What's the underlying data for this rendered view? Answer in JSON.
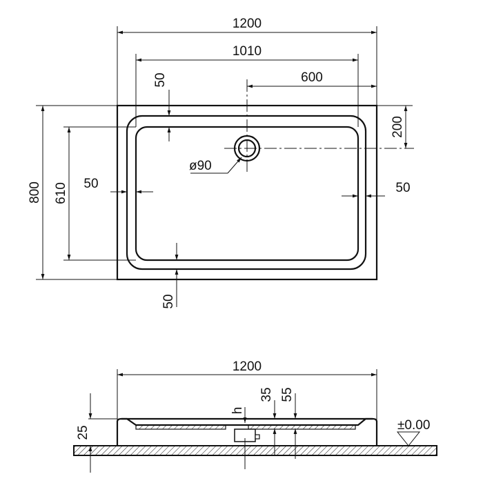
{
  "plan_view": {
    "overall_width": "1200",
    "inner_width": "1010",
    "drain_offset_x": "600",
    "rim_top": "50",
    "rim_left": "50",
    "rim_right": "50",
    "rim_bottom": "50",
    "overall_depth": "800",
    "inner_depth": "610",
    "drain_offset_y": "200",
    "drain_diameter": "ø90"
  },
  "section_view": {
    "overall_width": "1200",
    "height_label": "h",
    "dim_35": "35",
    "dim_55": "55",
    "dim_25": "25",
    "level": "±0.00"
  }
}
